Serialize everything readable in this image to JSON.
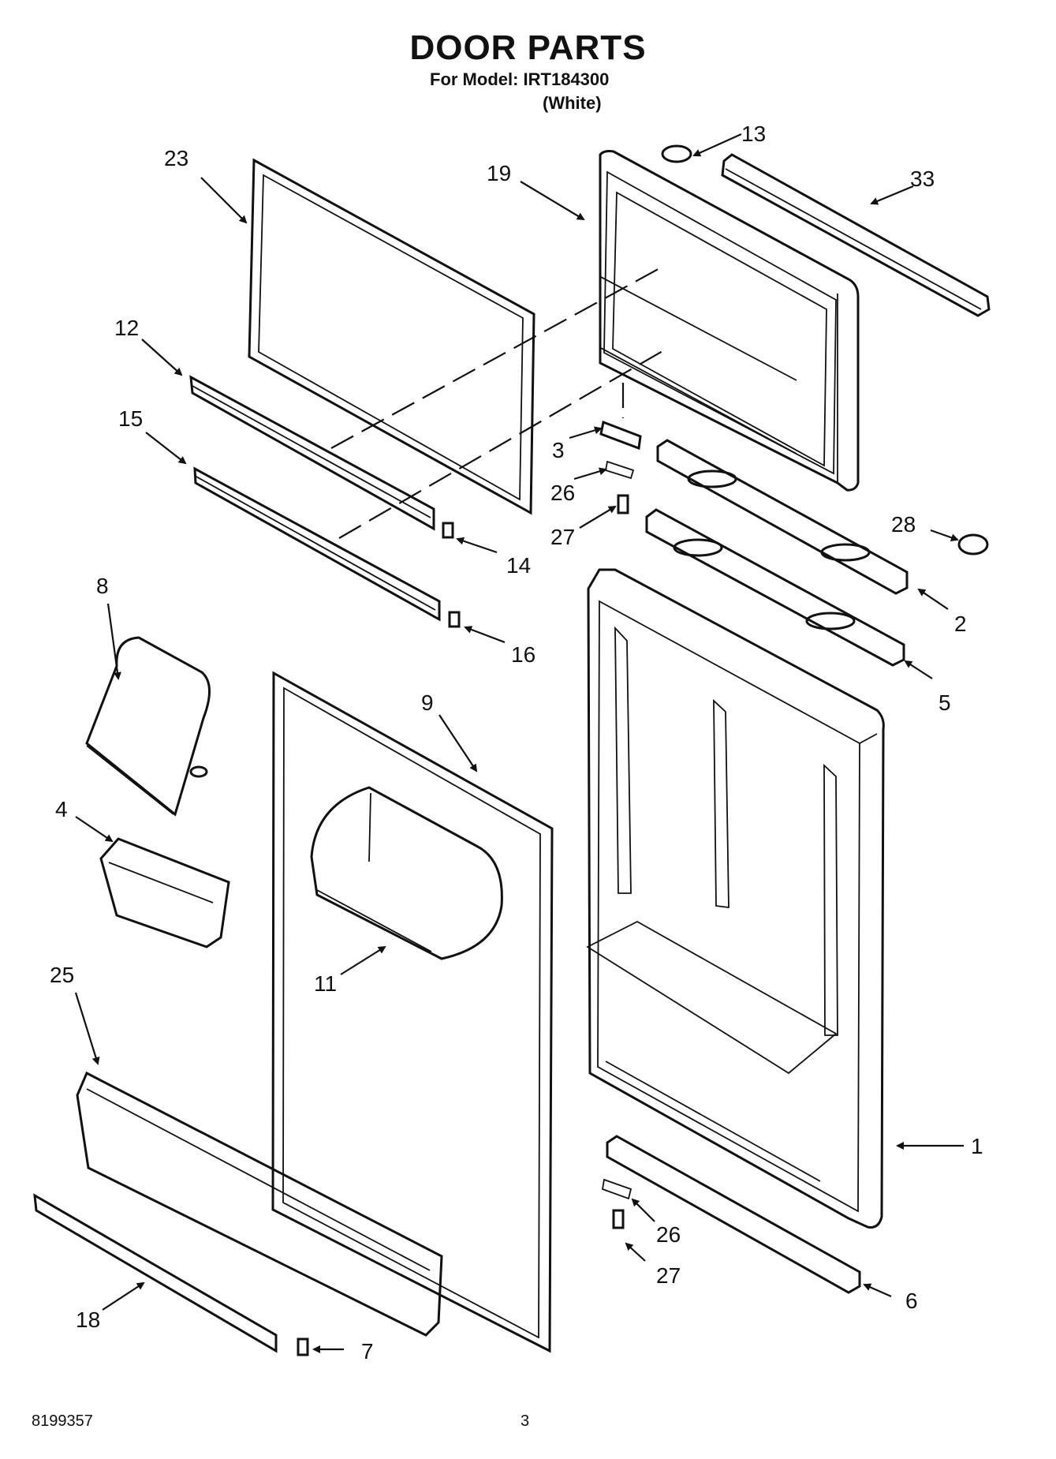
{
  "header": {
    "title": "DOOR PARTS",
    "model_line": "For Model: IRT184300",
    "variant": "(White)"
  },
  "callouts": [
    {
      "id": "c23",
      "label": "23"
    },
    {
      "id": "c19",
      "label": "19"
    },
    {
      "id": "c13",
      "label": "13"
    },
    {
      "id": "c33",
      "label": "33"
    },
    {
      "id": "c12",
      "label": "12"
    },
    {
      "id": "c15",
      "label": "15"
    },
    {
      "id": "c3",
      "label": "3"
    },
    {
      "id": "c26a",
      "label": "26"
    },
    {
      "id": "c27a",
      "label": "27"
    },
    {
      "id": "c28",
      "label": "28"
    },
    {
      "id": "c14",
      "label": "14"
    },
    {
      "id": "c16",
      "label": "16"
    },
    {
      "id": "c8",
      "label": "8"
    },
    {
      "id": "c2",
      "label": "2"
    },
    {
      "id": "c5",
      "label": "5"
    },
    {
      "id": "c9",
      "label": "9"
    },
    {
      "id": "c4",
      "label": "4"
    },
    {
      "id": "c11",
      "label": "11"
    },
    {
      "id": "c25",
      "label": "25"
    },
    {
      "id": "c1",
      "label": "1"
    },
    {
      "id": "c26b",
      "label": "26"
    },
    {
      "id": "c27b",
      "label": "27"
    },
    {
      "id": "c6",
      "label": "6"
    },
    {
      "id": "c18",
      "label": "18"
    },
    {
      "id": "c7",
      "label": "7"
    }
  ],
  "footer": {
    "doc_number": "8199357",
    "page_number": "3"
  }
}
